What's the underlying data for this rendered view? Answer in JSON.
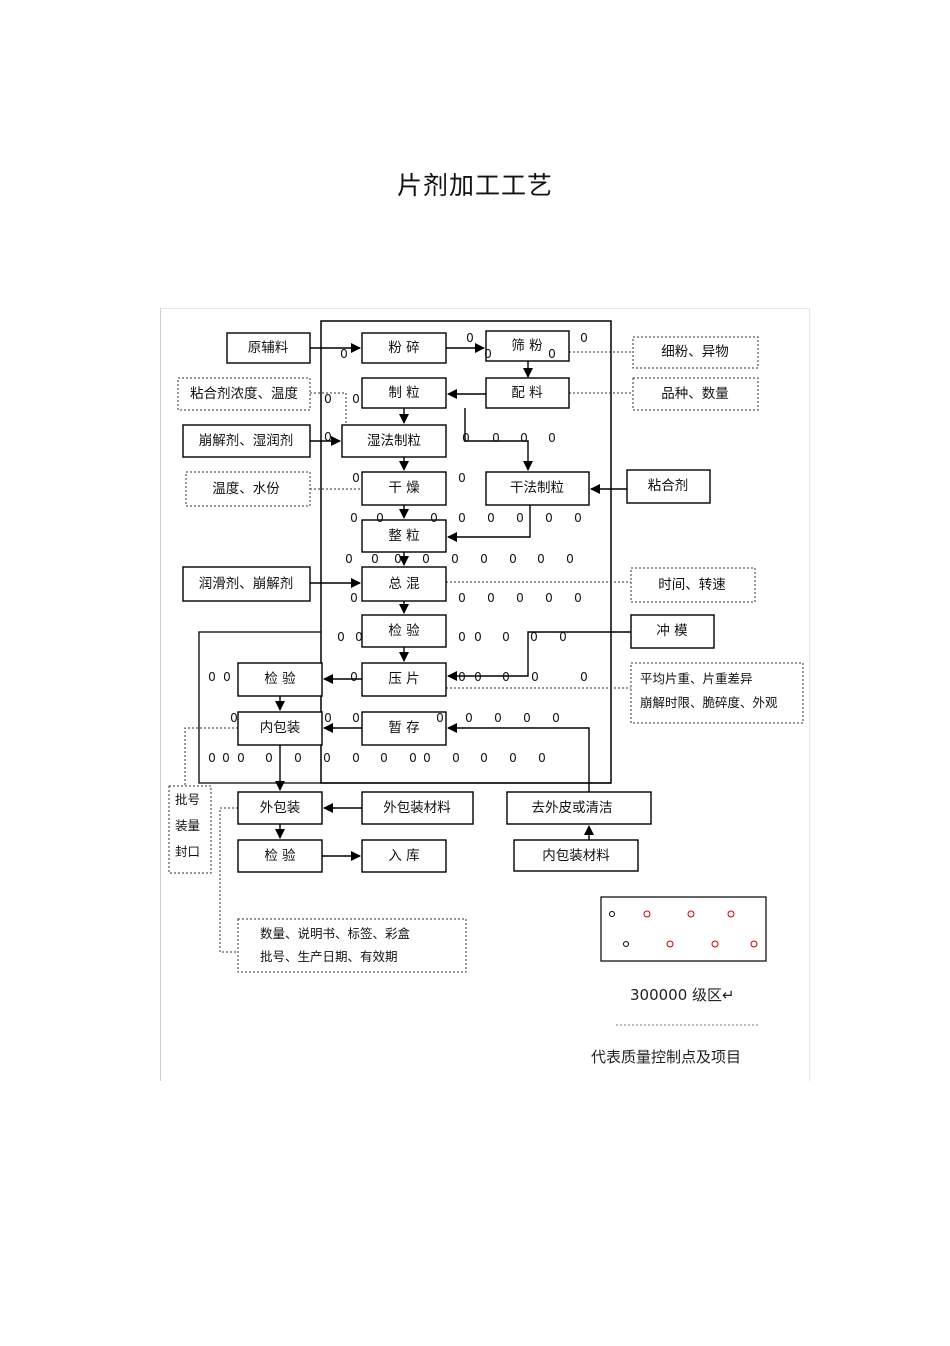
{
  "title": "片剂加工工艺",
  "process": {
    "raw": "原辅料",
    "crush": "粉  碎",
    "sieve": "筛  粉",
    "mix": "配  料",
    "granulate": "制  粒",
    "wet": "湿法制粒",
    "dry_gran": "干法制粒",
    "drying": "干  燥",
    "sizing": "整  粒",
    "total_mix": "总  混",
    "inspect1": "检  验",
    "press": "压  片",
    "inspect2": "检  验",
    "hold": "暂  存",
    "inner_pack": "内包装",
    "outer_pack": "外包装",
    "outer_mat": "外包装材料",
    "remove_skin": "去外皮或清洁",
    "inner_mat": "内包装材料",
    "inspect3": "检  验",
    "storage": "入  库",
    "disint_wet": "崩解剂、湿润剂",
    "lube_disint": "润滑剂、崩解剂",
    "binder": "粘合剂",
    "punch": "冲  模"
  },
  "control": {
    "fine": "细粉、异物",
    "variety": "品种、数量",
    "binder_conc": "粘合剂浓度、温度",
    "temp_moist": "温度、水份",
    "time_speed": "时间、转速",
    "weight_l1": "平均片重、片重差异",
    "weight_l2": "崩解时限、脆碎度、外观",
    "batch_l1": "批号",
    "batch_l2": "装量",
    "batch_l3": "封口",
    "qty_l1": "数量、说明书、标签、彩盒",
    "qty_l2": "批号、生产日期、有效期"
  },
  "legend": {
    "zone": "300000 级区↵",
    "meaning": "代表质量控制点及项目"
  },
  "marker": "0"
}
